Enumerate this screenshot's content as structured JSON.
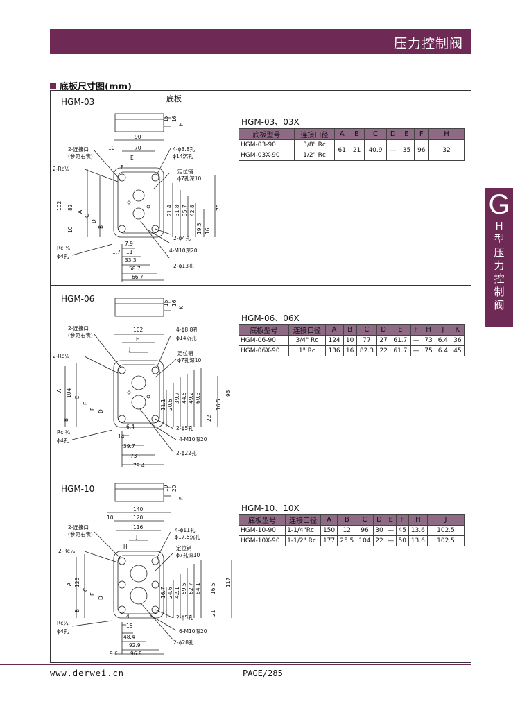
{
  "header": {
    "title": "压力控制阀"
  },
  "section_title": "底板尺寸图(mm)",
  "side_tab": {
    "letter": "G",
    "text": "H型压力控制阀"
  },
  "footer": {
    "url": "www.derwei.cn",
    "page": "PAGE/285"
  },
  "colors": {
    "brand": "#6e2a55",
    "table_header": "#8e6a84"
  },
  "panels": [
    {
      "model": "HGM-03",
      "view_label": "底板",
      "table_title": "HGM-03、03X",
      "columns": [
        "底板型号",
        "连接口径",
        "A",
        "B",
        "C",
        "D",
        "E",
        "F",
        "H"
      ],
      "rows": [
        [
          "HGM-03-90",
          "3/8\"  Rc",
          "61",
          "21",
          "40.9",
          "—",
          "35",
          "96",
          "32"
        ],
        [
          "HGM-03X-90",
          "1/2\"  Rc",
          "",
          "",
          "",
          "",
          "",
          "",
          ""
        ]
      ],
      "labels": {
        "port": "2-连接口",
        "port_note": "(参见右表)",
        "rc": "2-Rc¼",
        "rc_bot": "Rc ¼",
        "phi4": "ϕ4孔",
        "hole1": "4-ϕ8.8孔",
        "hole1b": "ϕ14沉孔",
        "pin": "定位销",
        "pin_b": "ϕ7孔深10",
        "d2": "2-ϕ4孔",
        "m10": "4-M10深20",
        "d13": "2-ϕ13孔",
        "dims": [
          "90",
          "70",
          "10",
          "E",
          "F",
          "102",
          "82",
          "A",
          "C",
          "D",
          "B",
          "10",
          "7.9",
          "1.7",
          "11",
          "33.3",
          "58.7",
          "66.7",
          "21.4",
          "31.8",
          "35.7",
          "42.8",
          "19.5",
          "16",
          "75",
          "15",
          "16",
          "H"
        ]
      }
    },
    {
      "model": "HGM-06",
      "table_title": "HGM-06、06X",
      "columns": [
        "底板型号",
        "连接口径",
        "A",
        "B",
        "C",
        "D",
        "E",
        "F",
        "H",
        "J",
        "K"
      ],
      "rows": [
        [
          "HGM-06-90",
          "3/4\"  Rc",
          "124",
          "10",
          "77",
          "27",
          "61.7",
          "—",
          "73",
          "6.4",
          "36"
        ],
        [
          "HGM-06X-90",
          "1\"  Rc",
          "136",
          "16",
          "82.3",
          "22",
          "61.7",
          "—",
          "75",
          "6.4",
          "45"
        ]
      ],
      "labels": {
        "port": "2-连接口",
        "port_note": "(参见右表)",
        "rc": "2-Rc¼",
        "rc_bot": "Rc ¼",
        "phi4": "ϕ4孔",
        "hole1": "4-ϕ8.8孔",
        "hole1b": "ϕ14沉孔",
        "pin": "定位销",
        "pin_b": "ϕ7孔深10",
        "d2": "2-ϕ5孔",
        "m10": "4-M10深20",
        "d13": "2-ϕ22孔",
        "dims": [
          "102",
          "H",
          "J",
          "A",
          "104",
          "C",
          "E",
          "F",
          "D",
          "B",
          "6.4",
          "14",
          "39.7",
          "73",
          "79.4",
          "11.1",
          "20.6",
          "39.7",
          "44.5",
          "49.2",
          "60.3",
          "22",
          "16.5",
          "93",
          "15",
          "16",
          "K"
        ]
      }
    },
    {
      "model": "HGM-10",
      "table_title": "HGM-10、10X",
      "columns": [
        "底板型号",
        "连接口径",
        "A",
        "B",
        "C",
        "D",
        "E",
        "F",
        "H",
        "J"
      ],
      "rows": [
        [
          "HGM-10-90",
          "1-1/4\"Rc",
          "150",
          "12",
          "96",
          "30",
          "—",
          "45",
          "13.6",
          "102.5"
        ],
        [
          "HGM-10X-90",
          "1-1/2\" Rc",
          "177",
          "25.5",
          "104",
          "22",
          "—",
          "50",
          "13.6",
          "102.5"
        ]
      ],
      "labels": {
        "port": "2-连接口",
        "port_note": "(参见右表)",
        "rc": "2-Rc¼",
        "rc_bot": "Rc¼",
        "phi4": "ϕ4孔",
        "hole1": "4-ϕ11孔",
        "hole1b": "ϕ17.5沉孔",
        "pin": "定位销",
        "pin_b": "ϕ7孔深10",
        "d2": "2-ϕ5孔",
        "m10": "6-M10深20",
        "d13": "2-ϕ28孔",
        "dims": [
          "140",
          "120",
          "10",
          "116",
          "J",
          "H",
          "A",
          "126",
          "C",
          "E",
          "D",
          "B",
          "4",
          "15",
          "48.4",
          "92.9",
          "96.8",
          "9.6",
          "16.7",
          "24.6",
          "42.1",
          "59.5",
          "62.7",
          "84.1",
          "16.5",
          "117",
          "21",
          "19",
          "20",
          "F"
        ]
      }
    }
  ]
}
